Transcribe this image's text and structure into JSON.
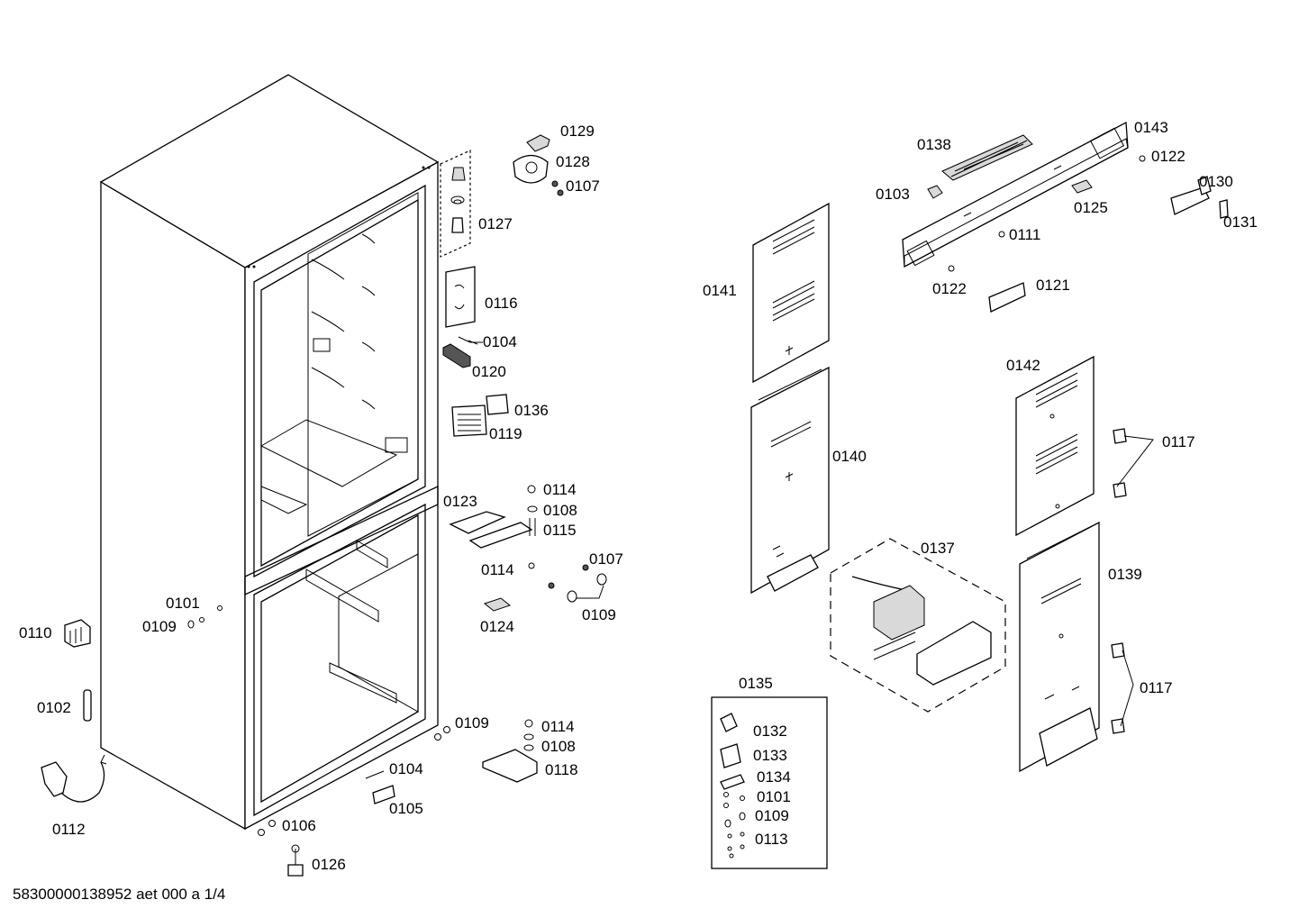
{
  "callouts": {
    "c0129": "0129",
    "c0128": "0128",
    "c0107a": "0107",
    "c0127": "0127",
    "c0116": "0116",
    "c0104a": "0104",
    "c0120": "0120",
    "c0136": "0136",
    "c0119": "0119",
    "c0123": "0123",
    "c0114a": "0114",
    "c0108a": "0108",
    "c0115": "0115",
    "c0114b": "0114",
    "c0107b": "0107",
    "c0109a": "0109",
    "c0124": "0124",
    "c0101a": "0101",
    "c0109b": "0109",
    "c0110": "0110",
    "c0102": "0102",
    "c0112": "0112",
    "c0109c": "0109",
    "c0114c": "0114",
    "c0108b": "0108",
    "c0118": "0118",
    "c0104b": "0104",
    "c0105": "0105",
    "c0106": "0106",
    "c0126": "0126",
    "c0143": "0143",
    "c0138": "0138",
    "c0122a": "0122",
    "c0103": "0103",
    "c0125": "0125",
    "c0130": "0130",
    "c0131": "0131",
    "c0111": "0111",
    "c0122b": "0122",
    "c0121": "0121",
    "c0141": "0141",
    "c0142": "0142",
    "c0117a": "0117",
    "c0140": "0140",
    "c0137": "0137",
    "c0139": "0139",
    "c0117b": "0117",
    "c0135": "0135",
    "c0132": "0132",
    "c0133": "0133",
    "c0134": "0134",
    "c0101b": "0101",
    "c0109d": "0109",
    "c0113": "0113"
  },
  "footer": {
    "drawing_id": "58300000138952 aet 000 a 1/4"
  }
}
